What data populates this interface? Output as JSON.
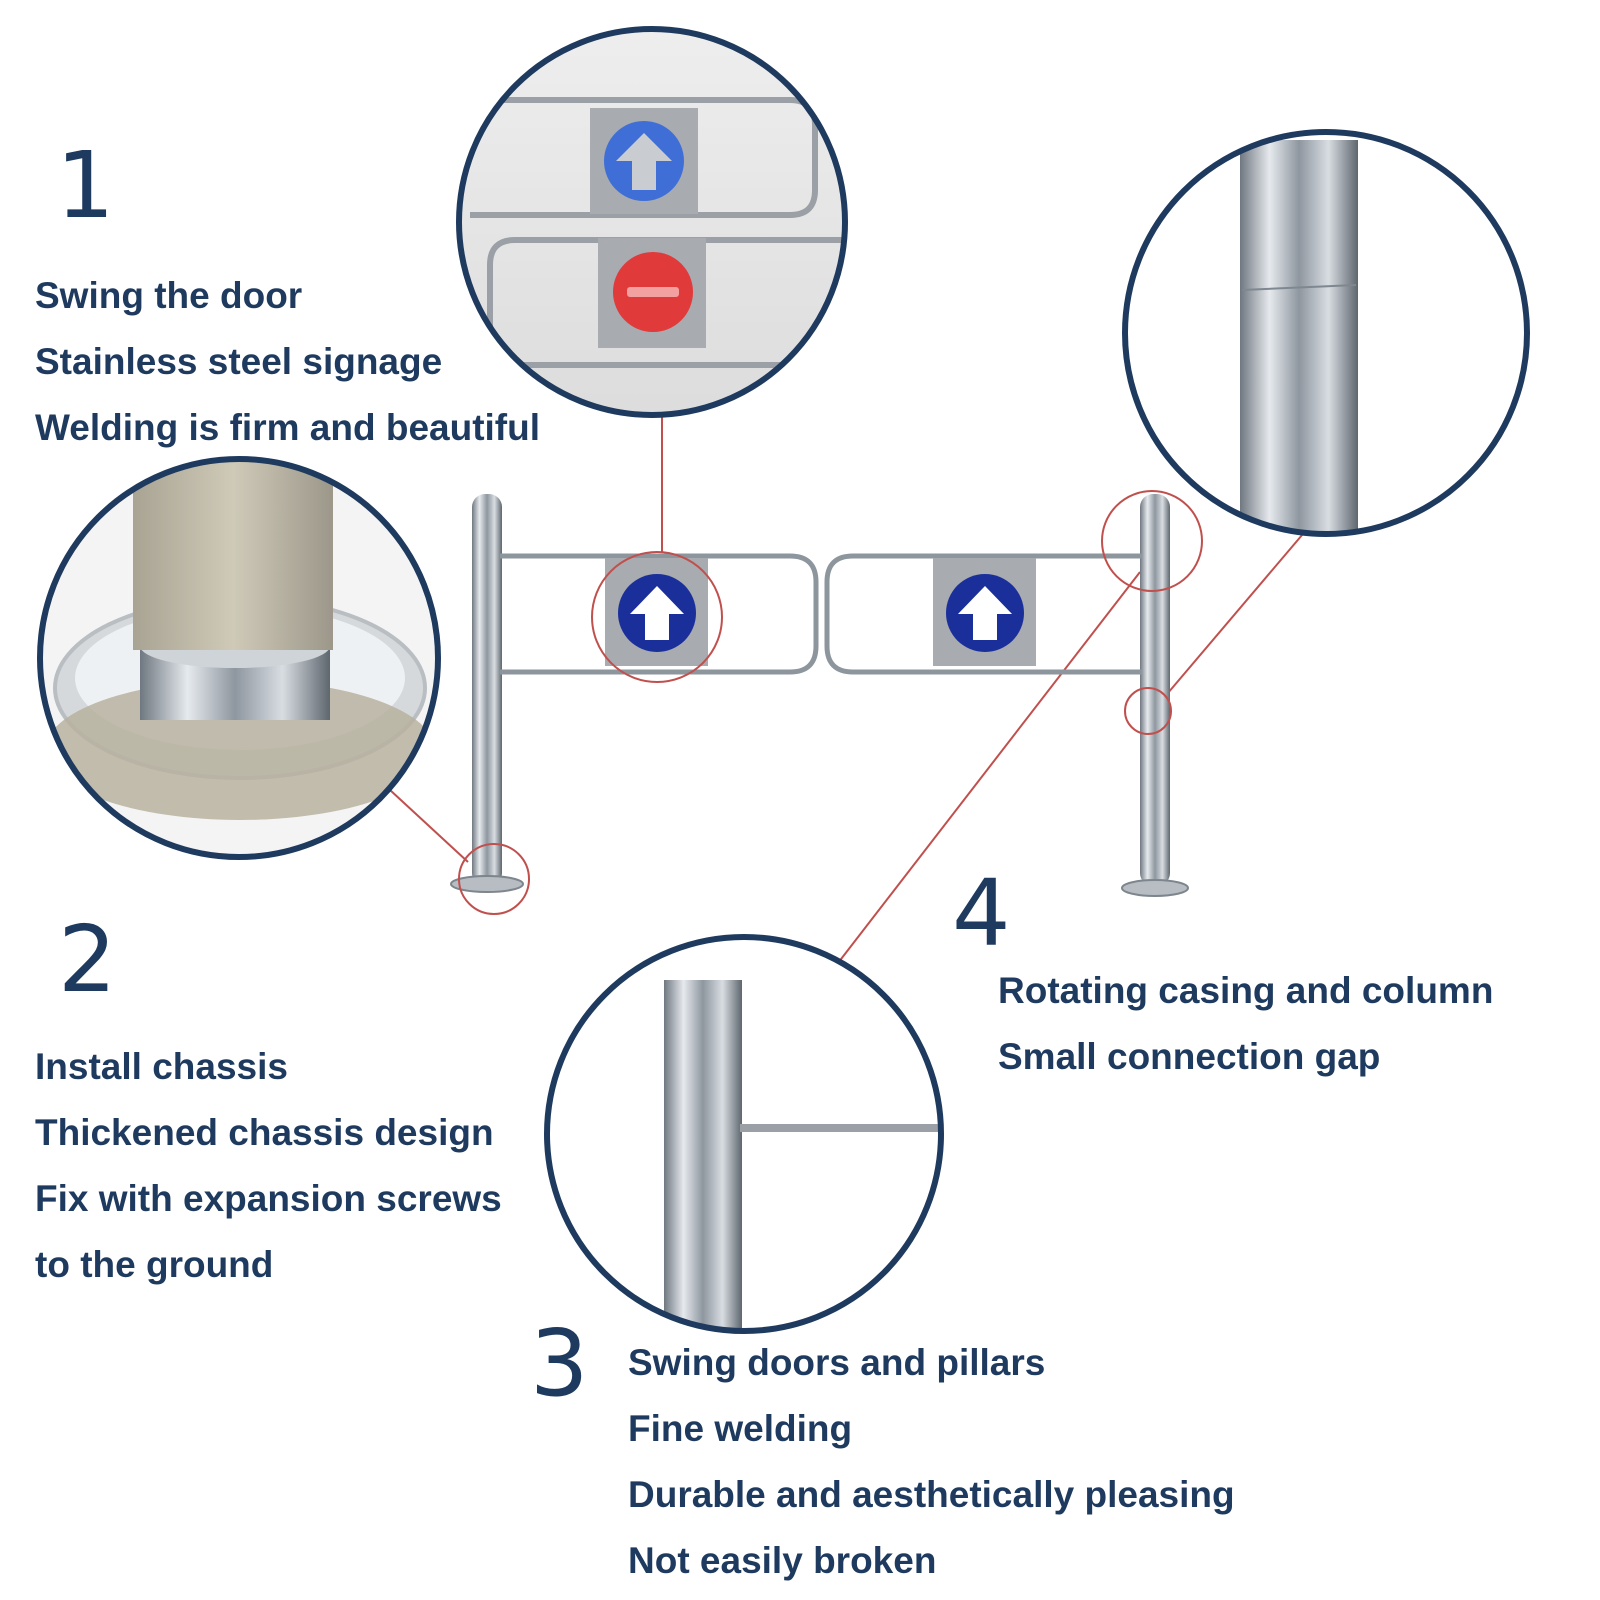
{
  "colors": {
    "text": "#1e3a5f",
    "ring": "#1e3a5f",
    "leader": "#c0504d",
    "steel": "#9aa3ad",
    "sign_blue": "#1b2f9a",
    "sign_red": "#e03a3a",
    "sign_plate": "#a8abb0"
  },
  "icons": [
    "up-arrow-icon",
    "no-entry-icon"
  ],
  "sections": [
    {
      "number": "1",
      "features": [
        "Swing the door",
        "Stainless steel signage",
        "Welding is firm and beautiful"
      ]
    },
    {
      "number": "2",
      "features": [
        "Install chassis",
        "Thickened chassis design",
        "Fix with expansion screws",
        "to the ground"
      ]
    },
    {
      "number": "3",
      "features": [
        "Swing doors and pillars",
        "Fine welding",
        "Durable and aesthetically pleasing",
        "Not easily broken"
      ]
    },
    {
      "number": "4",
      "features": [
        "Rotating casing and column",
        "Small connection gap"
      ]
    }
  ]
}
